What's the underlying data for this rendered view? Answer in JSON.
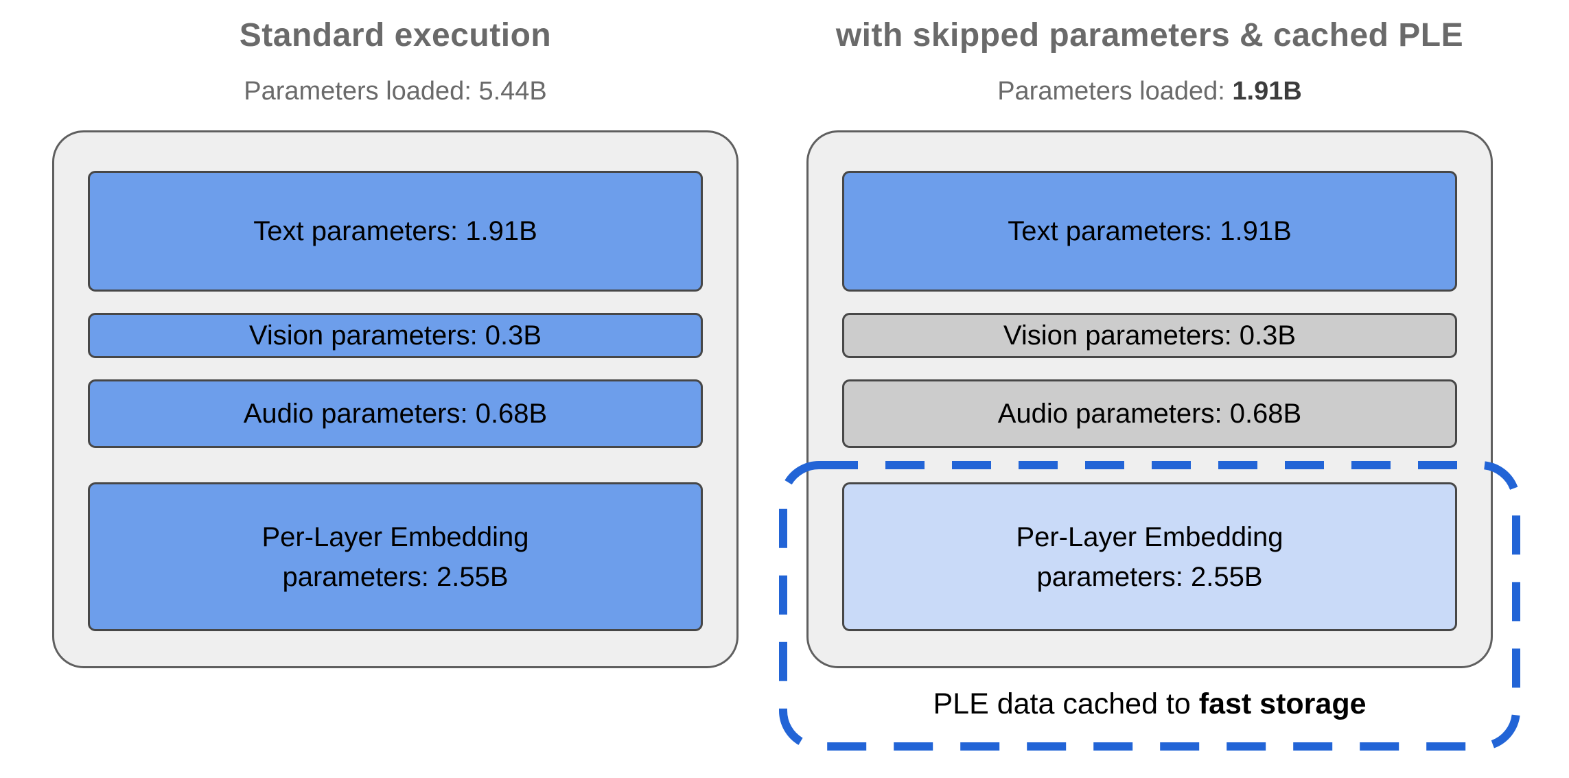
{
  "left_panel": {
    "title": "Standard execution",
    "subtitle_label": "Parameters loaded: ",
    "subtitle_value": "5.44B",
    "boxes": [
      {
        "label": "Text parameters: 1.91B",
        "variant": "loaded"
      },
      {
        "label": "Vision parameters: 0.3B",
        "variant": "loaded"
      },
      {
        "label": "Audio parameters: 0.68B",
        "variant": "loaded"
      },
      {
        "label": "Per-Layer Embedding\nparameters: 2.55B",
        "variant": "loaded"
      }
    ]
  },
  "right_panel": {
    "title": "with skipped parameters & cached PLE",
    "subtitle_label": "Parameters loaded: ",
    "subtitle_value": "1.91B",
    "boxes": [
      {
        "label": "Text parameters: 1.91B",
        "variant": "loaded"
      },
      {
        "label": "Vision parameters: 0.3B",
        "variant": "skipped"
      },
      {
        "label": "Audio parameters: 0.68B",
        "variant": "skipped"
      },
      {
        "label": "Per-Layer Embedding\nparameters: 2.55B",
        "variant": "cached"
      }
    ],
    "caption_regular": "PLE data cached to ",
    "caption_bold": "fast storage"
  },
  "colors": {
    "loaded_blue": "#6d9eeb",
    "skipped_gray": "#cccccc",
    "cached_light_blue": "#c9daf8",
    "container_fill": "#efefef",
    "container_border": "#5f5f5f",
    "box_border": "#474747",
    "dashed_border_blue": "#2264d6",
    "title_gray": "#6a6a6a",
    "bold_value_gray": "#3c3c3c",
    "text_black": "#000000"
  }
}
